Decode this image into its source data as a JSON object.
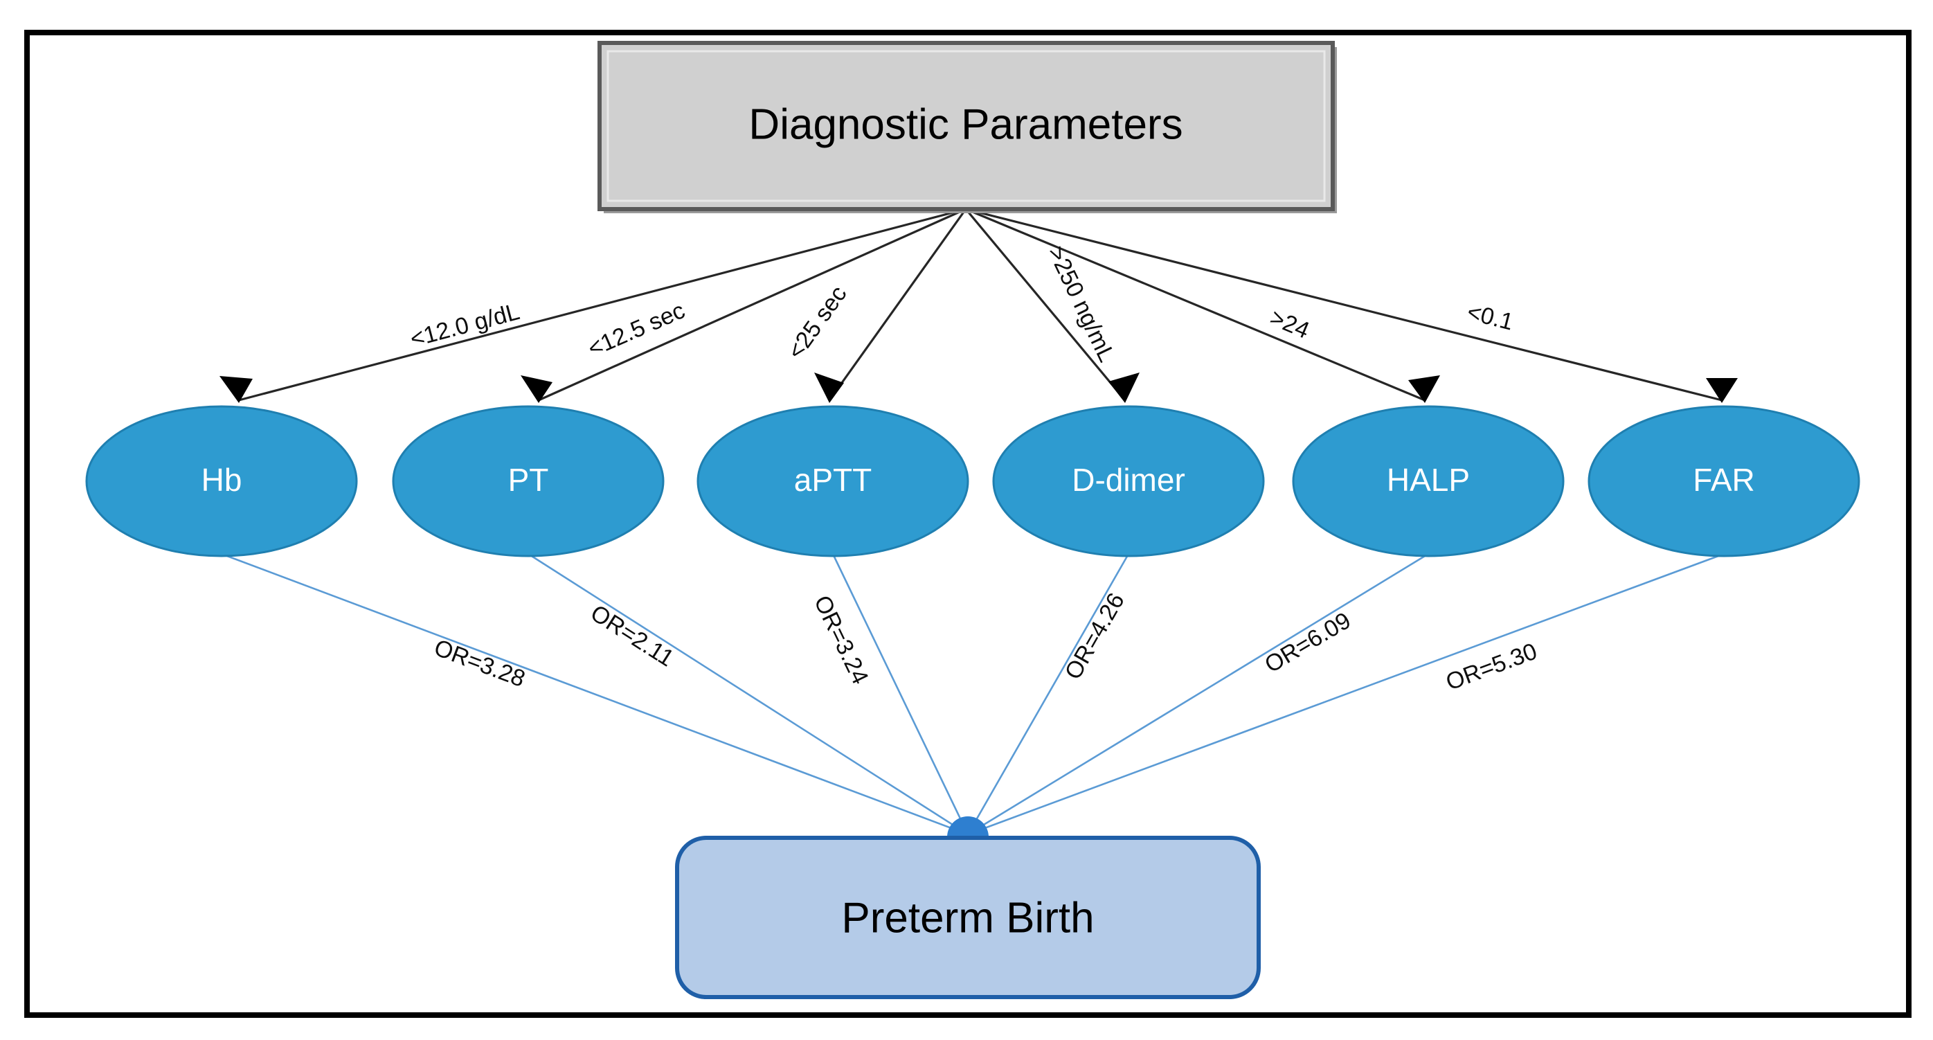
{
  "figure": {
    "type": "flow-diagram",
    "frame": {
      "border_color": "#000000"
    },
    "root": {
      "label": "Diagnostic Parameters",
      "fill_color": "#d0d0d0",
      "border_color": "#5a5a5a"
    },
    "outcome": {
      "label": "Preterm Birth",
      "fill_color": "#b4cbe8",
      "border_color": "#1f5fa8"
    },
    "node_fill_color": "#2e9bd0",
    "node_text_color": "#ffffff",
    "top_edge_color": "#262626",
    "bottom_edge_color": "#5b9bd5",
    "nodes": [
      {
        "label": "Hb",
        "threshold": "<12.0 g/dL",
        "odds_ratio": "OR=3.28"
      },
      {
        "label": "PT",
        "threshold": "<12.5 sec",
        "odds_ratio": "OR=2.11"
      },
      {
        "label": "aPTT",
        "threshold": "<25 sec",
        "odds_ratio": "OR=3.24"
      },
      {
        "label": "D-dimer",
        "threshold": ">250 ng/mL",
        "odds_ratio": "OR=4.26"
      },
      {
        "label": "HALP",
        "threshold": ">24",
        "odds_ratio": "OR=6.09"
      },
      {
        "label": "FAR",
        "threshold": "<0.1",
        "odds_ratio": "OR=5.30"
      }
    ]
  }
}
